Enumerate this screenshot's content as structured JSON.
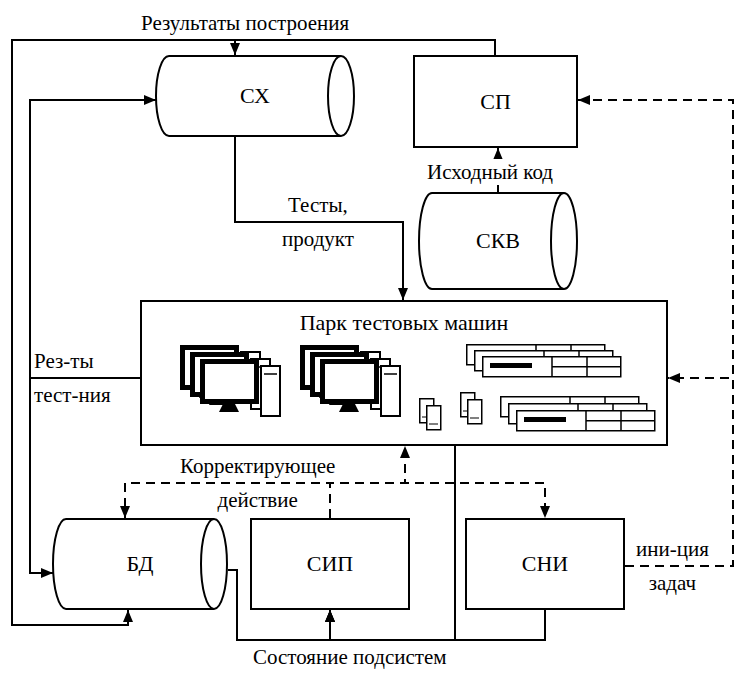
{
  "diagram": {
    "nodes": [
      {
        "text": [
          "СХ"
        ]
      },
      {
        "text": [
          "СП"
        ]
      },
      {
        "text": [
          "СКВ"
        ]
      },
      {
        "text": [
          "Парк тестовых машин"
        ]
      },
      {
        "text": [
          "БД"
        ]
      },
      {
        "text": [
          "СИП"
        ]
      },
      {
        "text": [
          "СНИ"
        ]
      }
    ],
    "edges": [
      {
        "from": 1,
        "to": 0,
        "arrow": "to",
        "label": "Результаты построения"
      },
      {
        "from": 1,
        "to": 4,
        "arrow": "to"
      },
      {
        "from": 2,
        "to": 1,
        "arrow": "to",
        "label": "Исходный код"
      },
      {
        "from": 0,
        "to": 3,
        "arrow": "to",
        "label": "Тесты, продукт"
      },
      {
        "from": 3,
        "to": 0,
        "arrow": "to",
        "label": "Рез-ты тест-ния"
      },
      {
        "from": 3,
        "to": 4,
        "arrow": "to"
      },
      {
        "from": 5,
        "to": 4,
        "arrow": "to",
        "label": "Корректирующее действие"
      },
      {
        "from": 5,
        "to": 3,
        "arrow": "to"
      },
      {
        "from": 5,
        "to": 6,
        "arrow": "to"
      },
      {
        "from": 4,
        "to": 5,
        "arrow": "to",
        "label": "Состояние подсистем"
      },
      {
        "from": 3,
        "to": 5,
        "arrow": "to"
      },
      {
        "from": 6,
        "to": 5,
        "arrow": "to"
      },
      {
        "from": 6,
        "to": 1,
        "arrow": "to",
        "label": "ини-ция задач"
      },
      {
        "from": 6,
        "to": 3,
        "arrow": "to"
      }
    ]
  }
}
